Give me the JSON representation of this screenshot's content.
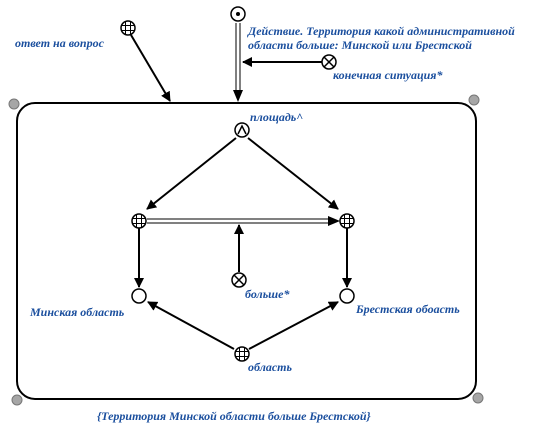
{
  "colors": {
    "label": "#1b4f9e",
    "stroke": "#000000",
    "corner_handle": "#a6a6a6"
  },
  "labels": {
    "answer": "ответ на вопрос",
    "action_line1": "Действие. Территория какой административной",
    "action_line2": "области больше: Минской или Брестской",
    "final_situation": "конечная ситуация*",
    "area": "площадь^",
    "bigger": "больше*",
    "minsk": "Минская область",
    "brest": "Брестская обоасть",
    "region": "область",
    "conclusion": "{Территория Минской области больше Брестской}"
  },
  "nodes": [
    {
      "id": "answer",
      "shape": "grid-circle-icon"
    },
    {
      "id": "action",
      "shape": "dot-circle-icon"
    },
    {
      "id": "final-situation",
      "shape": "cross-circle-icon"
    },
    {
      "id": "area",
      "shape": "caret-circle-icon"
    },
    {
      "id": "area-minsk",
      "shape": "grid-circle-icon"
    },
    {
      "id": "area-brest",
      "shape": "grid-circle-icon"
    },
    {
      "id": "bigger",
      "shape": "cross-circle-icon"
    },
    {
      "id": "minsk",
      "shape": "empty-circle-icon"
    },
    {
      "id": "brest",
      "shape": "empty-circle-icon"
    },
    {
      "id": "region",
      "shape": "grid-circle-icon"
    }
  ],
  "edges": [
    {
      "from": "answer",
      "to": "frame",
      "style": "single-arrow"
    },
    {
      "from": "action",
      "to": "frame",
      "style": "double-arrow"
    },
    {
      "from": "final-situation",
      "to": "action-edge",
      "style": "single-arrow"
    },
    {
      "from": "area",
      "to": "area-minsk",
      "style": "single-arrow"
    },
    {
      "from": "area",
      "to": "area-brest",
      "style": "single-arrow"
    },
    {
      "from": "area-minsk",
      "to": "area-brest",
      "style": "double-arrow"
    },
    {
      "from": "bigger",
      "to": "minsk-brest-edge",
      "style": "single-arrow"
    },
    {
      "from": "area-minsk",
      "to": "minsk",
      "style": "single-arrow"
    },
    {
      "from": "area-brest",
      "to": "brest",
      "style": "single-arrow"
    },
    {
      "from": "region",
      "to": "minsk",
      "style": "single-arrow"
    },
    {
      "from": "region",
      "to": "brest",
      "style": "single-arrow"
    }
  ]
}
